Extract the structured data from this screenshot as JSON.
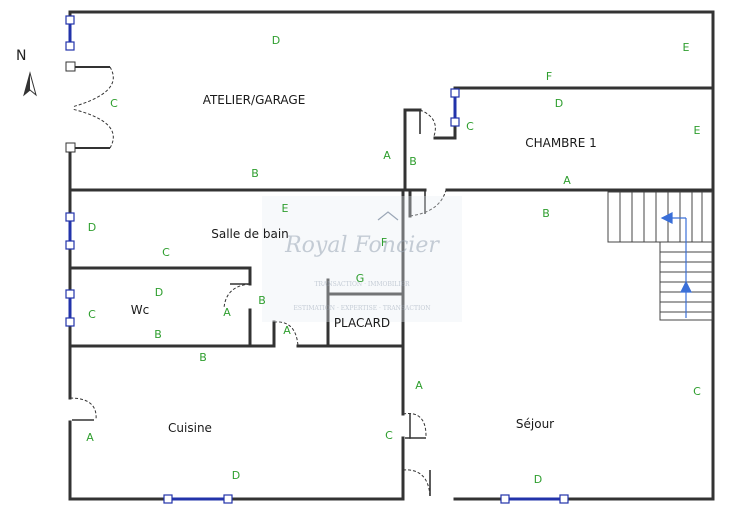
{
  "compass": {
    "letter": "N",
    "icon": "north-arrow-icon"
  },
  "rooms": {
    "atelier": "ATELIER/GARAGE",
    "chambre": "CHAMBRE 1",
    "salle_de_bain": "Salle de bain",
    "wc": "Wc",
    "placard": "PLACARD",
    "cuisine": "Cuisine",
    "sejour": "Séjour"
  },
  "watermark": {
    "brand": "Royal Foncier",
    "tagline": "TRANSACTION · IMMOBILIER",
    "line2": "ESTIMATION · EXPERTISE · TRANSACTION",
    "logo": "house-logo-icon"
  },
  "wall_labels": [
    {
      "id": "l1",
      "text": "D"
    },
    {
      "id": "l2",
      "text": "E"
    },
    {
      "id": "l3",
      "text": "F"
    },
    {
      "id": "l4",
      "text": "D"
    },
    {
      "id": "l5",
      "text": "C"
    },
    {
      "id": "l6",
      "text": "E"
    },
    {
      "id": "l7",
      "text": "C"
    },
    {
      "id": "l8",
      "text": "A"
    },
    {
      "id": "l9",
      "text": "B"
    },
    {
      "id": "l10",
      "text": "B"
    },
    {
      "id": "l11",
      "text": "A"
    },
    {
      "id": "l12",
      "text": "E"
    },
    {
      "id": "l13",
      "text": "F"
    },
    {
      "id": "l14",
      "text": "B"
    },
    {
      "id": "l15",
      "text": "D"
    },
    {
      "id": "l16",
      "text": "C"
    },
    {
      "id": "l17",
      "text": "G"
    },
    {
      "id": "l18",
      "text": "D"
    },
    {
      "id": "l19",
      "text": "B"
    },
    {
      "id": "l20",
      "text": "C"
    },
    {
      "id": "l21",
      "text": "A"
    },
    {
      "id": "l22",
      "text": "A"
    },
    {
      "id": "l23",
      "text": "B"
    },
    {
      "id": "l24",
      "text": "B"
    },
    {
      "id": "l25",
      "text": "A"
    },
    {
      "id": "l26",
      "text": "C"
    },
    {
      "id": "l27",
      "text": "A"
    },
    {
      "id": "l28",
      "text": "C"
    },
    {
      "id": "l29",
      "text": "D"
    },
    {
      "id": "l30",
      "text": "D"
    }
  ],
  "colors": {
    "wall": "#333333",
    "window": "#2233aa",
    "label": "#2e9e2e",
    "stair_arrow": "#3a6fd8"
  }
}
